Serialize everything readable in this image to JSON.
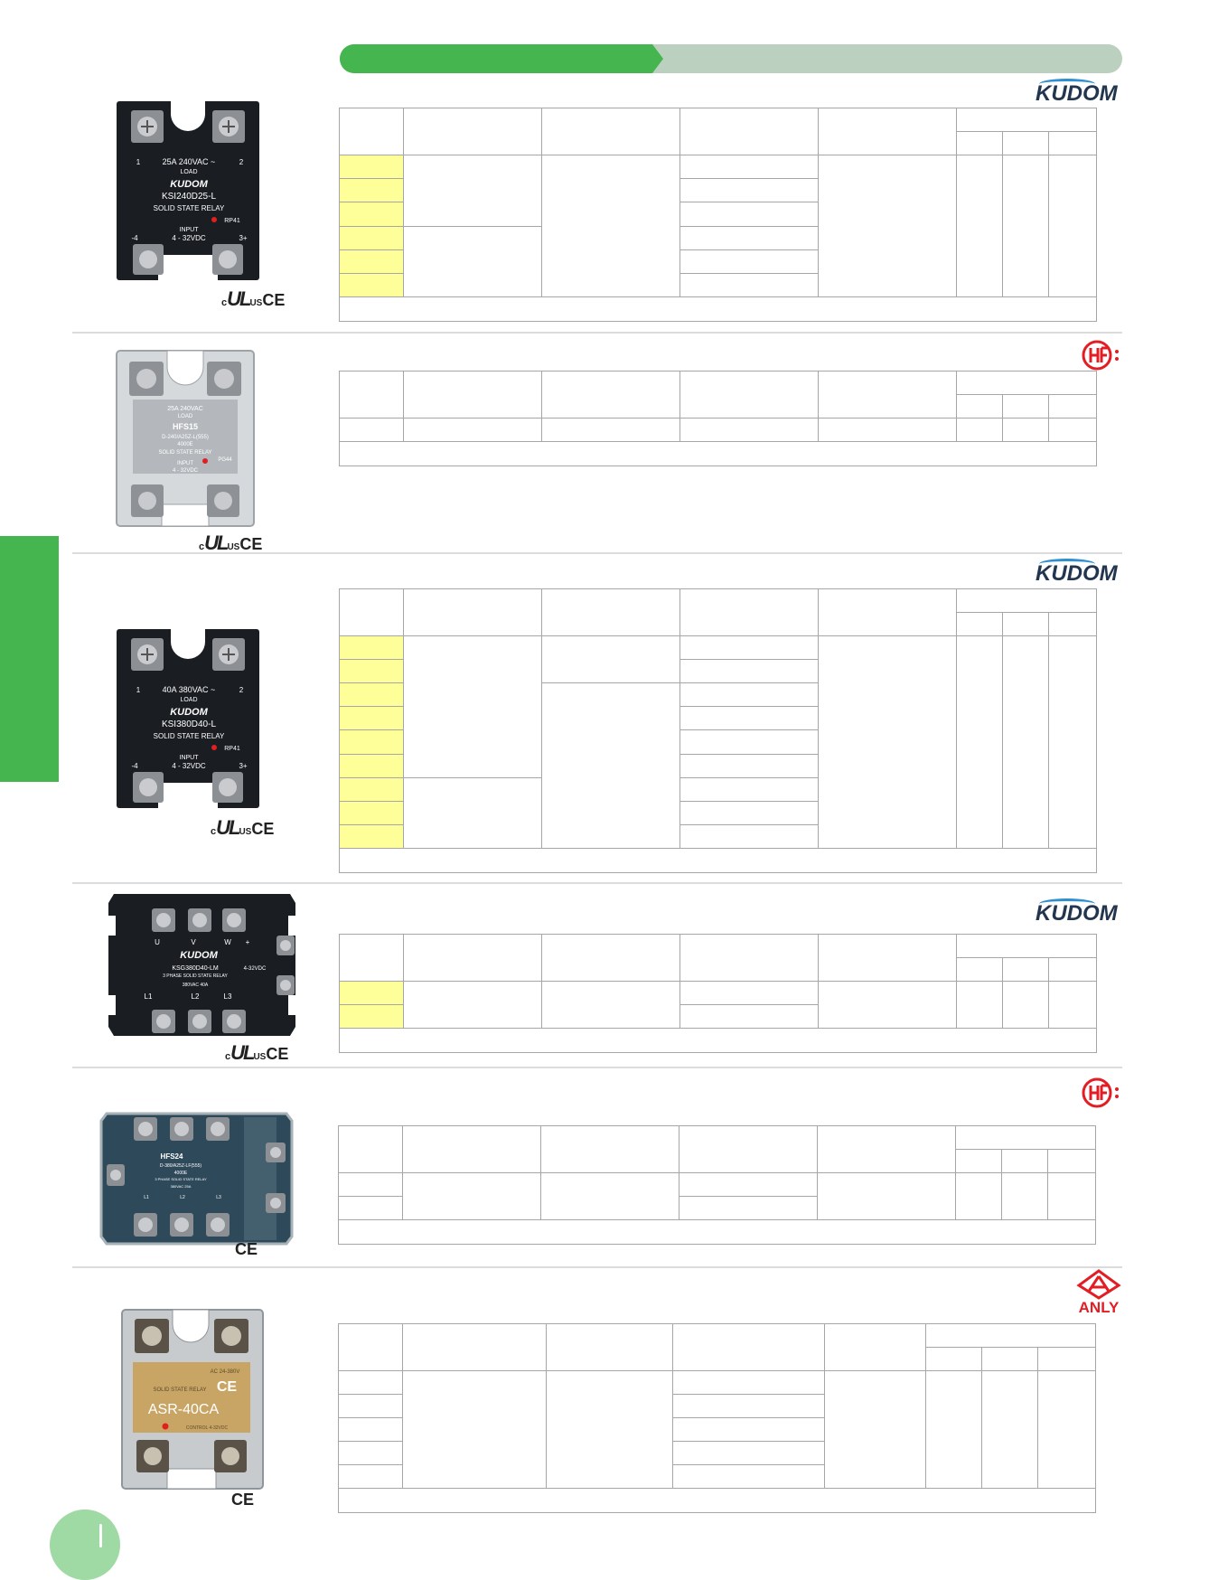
{
  "colors": {
    "header_green": "#45b64f",
    "header_grey": "#bcd0bf",
    "highlight_yellow": "#ffff99",
    "kudom_navy": "#23364f",
    "hf_red": "#e21d24",
    "anly_red": "#e21d24"
  },
  "brands": {
    "kudom": "KUDOM",
    "anly": "ANLY"
  },
  "relays": {
    "ksi240": {
      "load_rating": "25A 240VAC ~",
      "load": "LOAD",
      "brand": "KUDOM",
      "model": "KSI240D25-L",
      "type": "SOLID STATE RELAY",
      "code": "RP41",
      "input": "INPUT",
      "input_range": "4 - 32VDC",
      "terminal_1": "1",
      "terminal_2": "2",
      "terminal_3": "3+",
      "terminal_4": "-4"
    },
    "hfs15": {
      "load_rating": "25A 240VAC",
      "load": "LOAD",
      "model": "HFS15",
      "part": "D-240/A25Z-L(555)",
      "code2": "4000E",
      "type": "SOLID STATE RELAY",
      "input": "INPUT",
      "input_range": "4 - 32VDC",
      "code": "PG44"
    },
    "ksi380": {
      "load_rating": "40A 380VAC ~",
      "load": "LOAD",
      "brand": "KUDOM",
      "model": "KSI380D40-L",
      "type": "SOLID STATE RELAY",
      "code": "RP41",
      "input": "INPUT",
      "input_range": "4 - 32VDC",
      "terminal_1": "1",
      "terminal_2": "2",
      "terminal_3": "3+",
      "terminal_4": "-4"
    },
    "ksg380": {
      "u": "U",
      "v": "V",
      "w": "W",
      "plus": "+",
      "brand": "KUDOM",
      "model": "KSG380D40-LM",
      "input_range": "4-32VDC",
      "type": "3 PHASE SOLID STATE RELAY",
      "rating": "380VAC 40A",
      "l1": "L1",
      "l2": "L2",
      "l3": "L3"
    },
    "hfs24": {
      "model": "HFS24",
      "part": "D-380/A25Z-LF(555)",
      "code": "4000E",
      "type": "3 PHASE SOLID STATE RELAY",
      "rating": "380VAC 25A",
      "l1": "L1",
      "l2": "L2",
      "l3": "L3"
    },
    "asr40": {
      "top_text": "AC 24-380V",
      "model": "ASR-40CA",
      "type": "SOLID STATE RELAY",
      "control": "CONTROL 4-32VDC",
      "ce": "CE"
    }
  },
  "cert": {
    "c": "c",
    "ul": "UL",
    "us": "US",
    "ce": "CE"
  }
}
